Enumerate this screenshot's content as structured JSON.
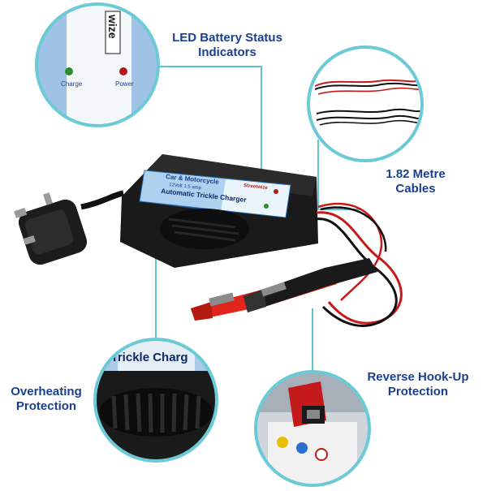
{
  "callouts": {
    "led": {
      "line1": "LED Battery Status",
      "line2": "Indicators"
    },
    "cables": {
      "line1": "1.82 Metre",
      "line2": "Cables"
    },
    "overheat": {
      "line1": "Overheating",
      "line2": "Protection"
    },
    "reverse": {
      "line1": "Reverse Hook-Up",
      "line2": "Protection"
    }
  },
  "charger_panel": {
    "line1": "Car & Motorcycle",
    "line2": "12Volt 1.5 amp",
    "line3": "Automatic Trickle Charger",
    "brand": "Streetwize"
  },
  "led_closeup": {
    "charge_label": "Charge",
    "power_label": "Power",
    "brand_fragment": "wize"
  },
  "overheat_closeup": {
    "text": "c Trickle Charg"
  },
  "colors": {
    "label_text": "#1b3f8f",
    "callout": "#5fc3d0",
    "clip_red": "#e1251b",
    "clip_black": "#1a1a1a",
    "led_green": "#2e8b2e",
    "led_red": "#b21a1a"
  }
}
